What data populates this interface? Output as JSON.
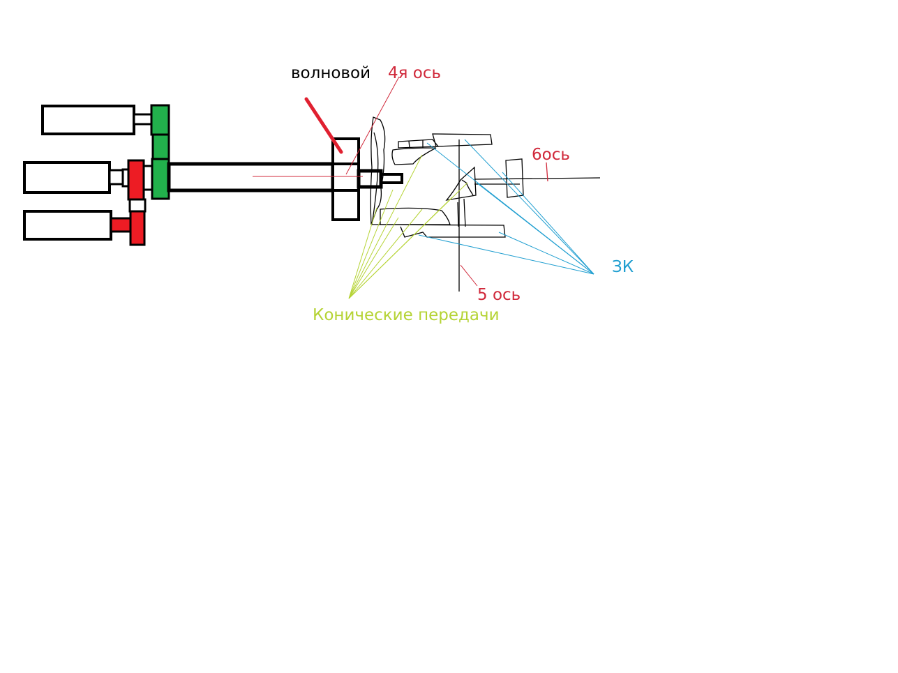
{
  "labels": {
    "wave_gear": "волновой",
    "axis4": "4я ось",
    "axis6": "6ось",
    "axis5": "5 ось",
    "zk": "ЗК",
    "bevel_gears": "Конические передачи"
  },
  "colors": {
    "outline": "#000000",
    "motor_fill": "#ffffff",
    "gear_green": "#22b14c",
    "gear_red": "#ed1c24",
    "axis_label": "#d0283a",
    "zk_blue": "#1f9ed0",
    "bevel_yellow": "#b5d334",
    "wave_pointer": "#e02030"
  }
}
